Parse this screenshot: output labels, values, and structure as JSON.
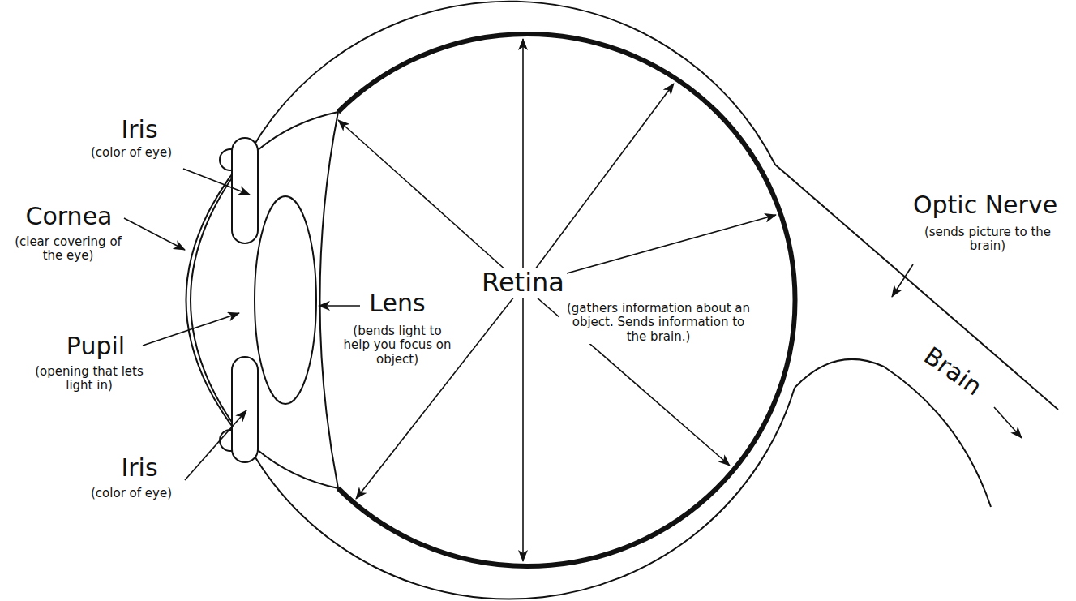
{
  "diagram": {
    "labels": [
      "Iris",
      "(color of eye)",
      "Cornea",
      "(clear covering of the eye)",
      "Pupil",
      "(opening that lets light in)",
      "Iris",
      "(color of eye)",
      "Lens",
      "(bends light to help you focus on object)",
      "Retina",
      "(gathers information about an object. Sends information to the brain.)",
      "Optic Nerve",
      "(sends picture to the brain)",
      "Brain"
    ]
  }
}
